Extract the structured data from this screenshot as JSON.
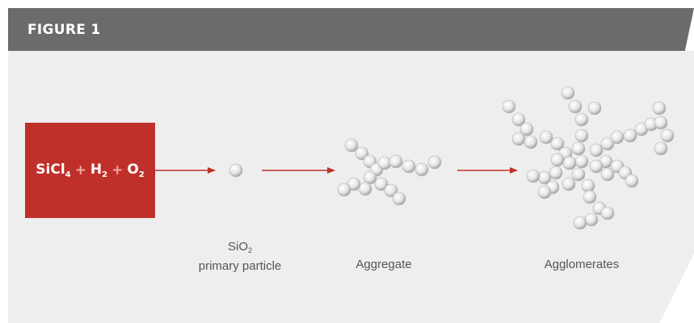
{
  "figure_label": "FIGURE 1",
  "reaction": {
    "reactants": [
      {
        "base": "SiCl",
        "sub": "4"
      },
      {
        "base": "H",
        "sub": "2"
      },
      {
        "base": "O",
        "sub": "2"
      }
    ],
    "operator": "+"
  },
  "stages": {
    "primary": {
      "formula_base": "SiO",
      "formula_sub": "2",
      "caption": "primary particle"
    },
    "aggregate": {
      "caption": "Aggregate"
    },
    "agglomerates": {
      "caption": "Agglomerates"
    }
  },
  "colors": {
    "header_bg": "#6b6b6d",
    "panel_bg": "#eeeeee",
    "reaction_box": "#c0302b",
    "arrow": "#c0302b",
    "sphere": "#f2f2f2"
  }
}
